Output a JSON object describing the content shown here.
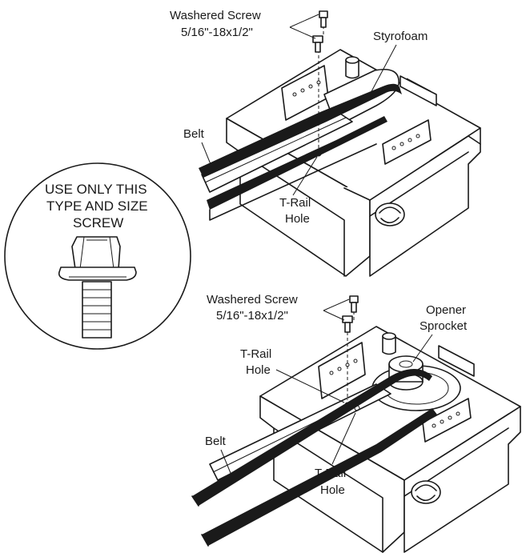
{
  "top_view": {
    "screw_label_line1": "Washered Screw",
    "screw_label_line2": "5/16\"-18x1/2\"",
    "styrofoam_label": "Styrofoam",
    "belt_label": "Belt",
    "trail_hole_line1": "T-Rail",
    "trail_hole_line2": "Hole"
  },
  "callout": {
    "line1": "USE ONLY THIS",
    "line2": "TYPE AND SIZE",
    "line3": "SCREW"
  },
  "bottom_view": {
    "screw_label_line1": "Washered Screw",
    "screw_label_line2": "5/16\"-18x1/2\"",
    "sprocket_line1": "Opener",
    "sprocket_line2": "Sprocket",
    "trail_hole_upper_line1": "T-Rail",
    "trail_hole_upper_line2": "Hole",
    "belt_label": "Belt",
    "trail_hole_lower_line1": "T-Rail",
    "trail_hole_lower_line2": "Hole"
  }
}
